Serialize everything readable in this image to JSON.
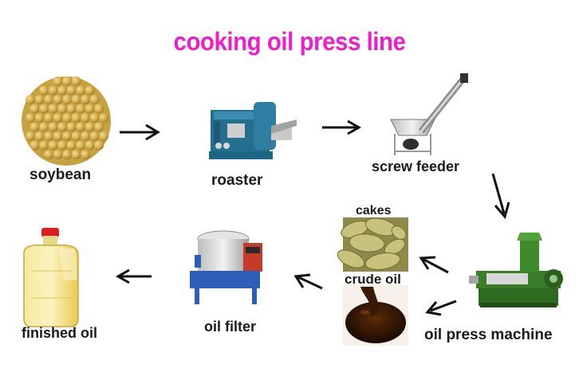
{
  "title": "cooking oil press line",
  "colors": {
    "title": "#ee1fc8",
    "arrow": "#111111"
  },
  "steps": [
    {
      "id": "soybean",
      "label": "soybean",
      "icon": "soybeans-icon"
    },
    {
      "id": "roaster",
      "label": "roaster",
      "icon": "roaster-machine-icon"
    },
    {
      "id": "screw-feeder",
      "label": "screw feeder",
      "icon": "screw-feeder-icon"
    },
    {
      "id": "oil-press-machine",
      "label": "oil press machine",
      "icon": "oil-press-machine-icon"
    },
    {
      "id": "cakes",
      "label": "cakes",
      "icon": "oil-cakes-icon"
    },
    {
      "id": "crude-oil",
      "label": "crude oil",
      "icon": "crude-oil-icon"
    },
    {
      "id": "oil-filter",
      "label": "oil filter",
      "icon": "oil-filter-icon"
    },
    {
      "id": "finished-oil",
      "label": "finished oil",
      "icon": "oil-bottle-icon"
    }
  ]
}
